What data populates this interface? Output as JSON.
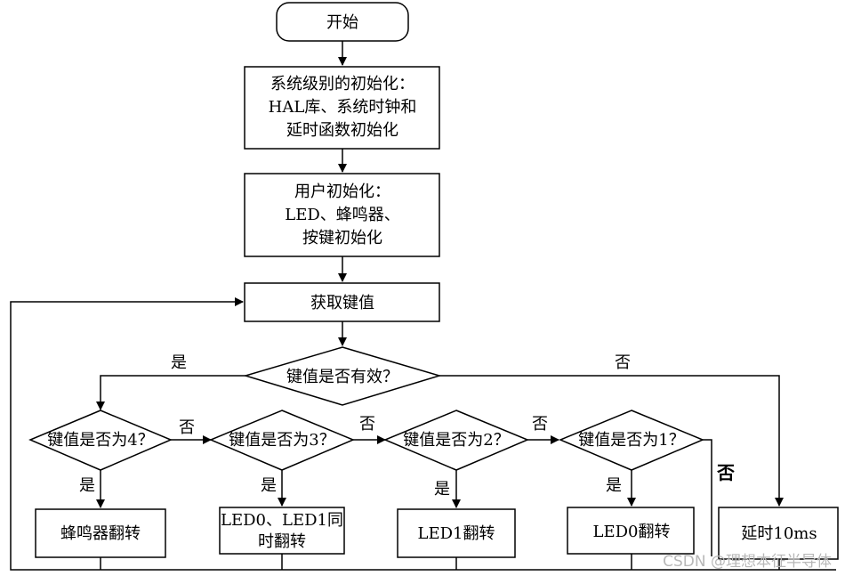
{
  "nodes": {
    "start": "开始",
    "sys_init": [
      "系统级别的初始化：",
      "HAL库、系统时钟和",
      "延时函数初始化"
    ],
    "user_init": [
      "用户初始化：",
      "LED、蜂鸣器、",
      "按键初始化"
    ],
    "get_key": "获取键值",
    "key_valid": "键值是否有效？",
    "is4": "键值是否为4？",
    "is3": "键值是否为3？",
    "is2": "键值是否为2？",
    "is1": "键值是否为1？",
    "buzzer": "蜂鸣器翻转",
    "led01": [
      "LED0、LED1同",
      "时翻转"
    ],
    "led1": "LED1翻转",
    "led0": "LED0翻转",
    "delay": "延时10ms"
  },
  "labels": {
    "yes": "是",
    "no": "否"
  },
  "watermark": "CSDN @理想本征半导体"
}
